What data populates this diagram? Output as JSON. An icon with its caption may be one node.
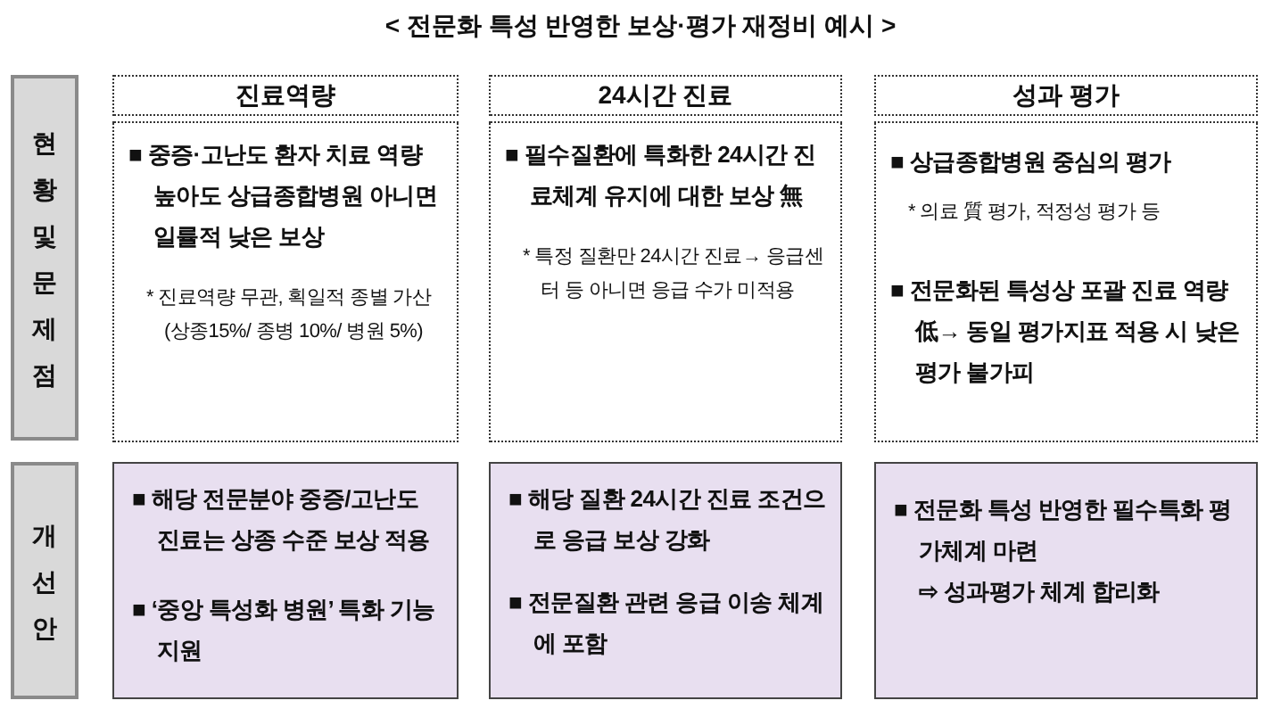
{
  "diagram": {
    "title": "< 전문화 특성 반영한 보상·평가 재정비 예시 >",
    "nodes": [
      {
        "text": [
          "현황 및 문제점"
        ]
      },
      {
        "text": [
          "진료역량"
        ]
      },
      {
        "text": [
          "24시간 진료"
        ]
      },
      {
        "text": [
          "성과 평가"
        ]
      },
      {
        "text": [
          "■ 중증·고난도 환자 치료 역량 높아도 상급종합병원 아니면 일률적 낮은 보상",
          "* 진료역량 무관, 획일적 종별 가산(상종15%/ 종병 10%/ 병원 5%)"
        ]
      },
      {
        "text": [
          "■ 필수질환에 특화한 24시간 진료체계 유지에 대한 보상 無",
          "* 특정 질환만 24시간 진료→ 응급센터 등 아니면 응급 수가 미적용"
        ]
      },
      {
        "text": [
          "■ 상급종합병원 중심의 평가",
          "* 의료 質 평가, 적정성 평가 등",
          "■ 전문화된 특성상 포괄 진료 역량 低→ 동일 평가지표 적용 시 낮은 평가 불가피"
        ]
      },
      {
        "text": [
          "개선안"
        ]
      },
      {
        "text": [
          "■ 해당 전문분야 중증/고난도 진료는 상종 수준 보상 적용",
          "■ ‘중앙 특성화 병원’ 특화 기능 지원"
        ]
      },
      {
        "text": [
          "■ 해당 질환 24시간 진료 조건으로 응급 보상 강화",
          "■ 전문질환 관련 응급 이송 체계에 포함"
        ]
      },
      {
        "text": [
          "■ 전문화 특성 반영한 필수특화 평가체계 마련",
          "⇨ 성과평가 체계 합리화"
        ]
      }
    ]
  }
}
